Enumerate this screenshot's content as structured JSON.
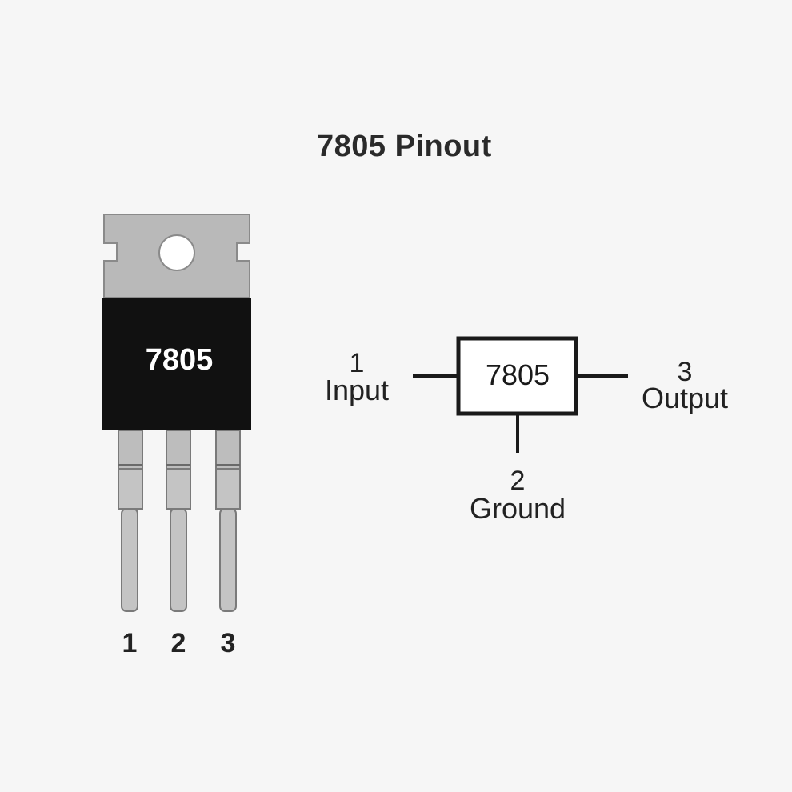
{
  "title": "7805 Pinout",
  "package": {
    "body_label": "7805",
    "pins": [
      {
        "number": "1"
      },
      {
        "number": "2"
      },
      {
        "number": "3"
      }
    ]
  },
  "schematic": {
    "block_label": "7805",
    "input": {
      "number": "1",
      "name": "Input"
    },
    "ground": {
      "number": "2",
      "name": "Ground"
    },
    "output": {
      "number": "3",
      "name": "Output"
    }
  },
  "colors": {
    "background": "#f6f6f6",
    "tab_metal": "#b8b8b8",
    "body": "#111111",
    "leads": "#bdbdbd",
    "outline": "#1a1a1a",
    "text": "#222222"
  }
}
